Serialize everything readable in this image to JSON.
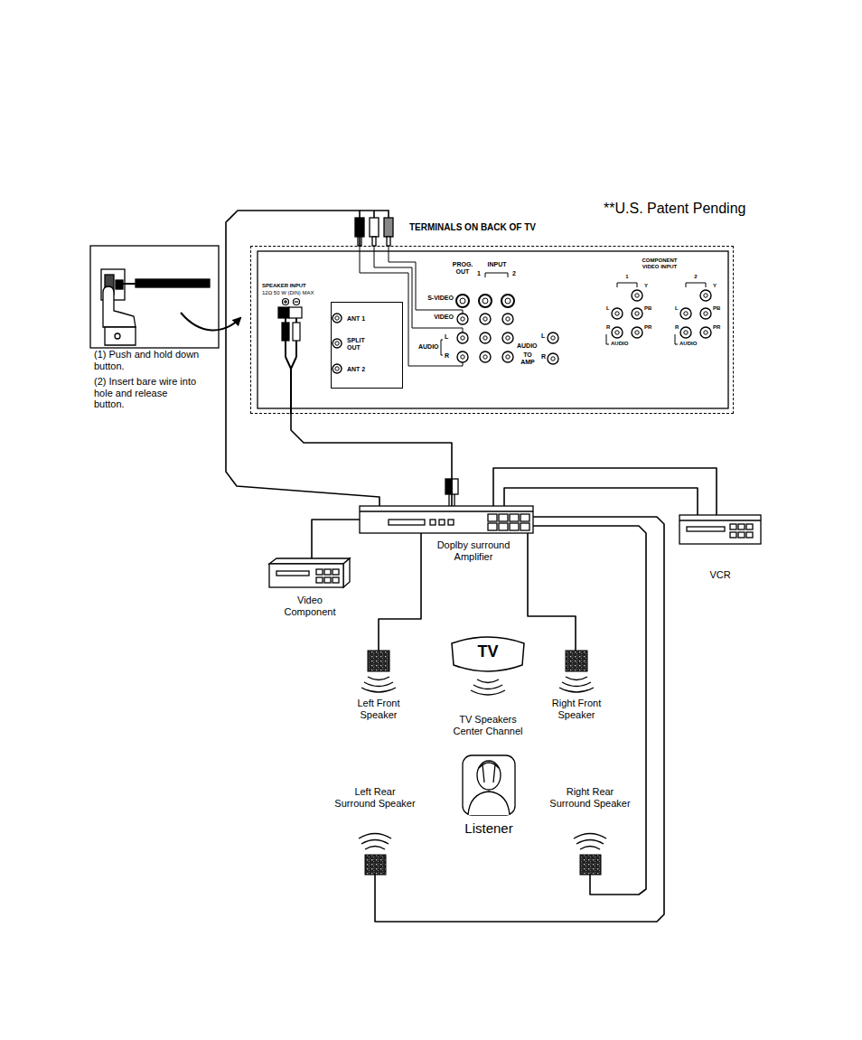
{
  "diagram": {
    "nodes": [
      {
        "text": [
          "TERMINALS ON BACK OF TV"
        ]
      },
      {
        "text": [
          "ANT 1",
          "SPLIT OUT",
          "ANT 2"
        ],
        "in": 0
      },
      {
        "text": [
          "Doplby surround Amplifier"
        ]
      },
      {
        "text": [
          "VCR"
        ]
      },
      {
        "text": [
          "Video Component"
        ]
      },
      {
        "text": [
          "Left Front Speaker"
        ]
      },
      {
        "text": [
          "TV",
          "TV Speakers Center Channel"
        ]
      },
      {
        "text": [
          "Right Front Speaker"
        ]
      },
      {
        "text": [
          "Listener"
        ]
      },
      {
        "text": [
          "Left Rear Surround Speaker"
        ]
      },
      {
        "text": [
          "Right Rear Surround Speaker"
        ]
      }
    ],
    "edges": [
      {
        "from": 2,
        "to": 0,
        "arrow": "none"
      },
      {
        "from": 0,
        "to": 2,
        "arrow": "none"
      },
      {
        "from": 2,
        "to": 3,
        "arrow": "none"
      },
      {
        "from": 2,
        "to": 3,
        "arrow": "none"
      },
      {
        "from": 2,
        "to": 4,
        "arrow": "none"
      },
      {
        "from": 2,
        "to": 5,
        "arrow": "none"
      },
      {
        "from": 2,
        "to": 7,
        "arrow": "none"
      },
      {
        "from": 2,
        "to": 9,
        "arrow": "none"
      },
      {
        "from": 2,
        "to": 10,
        "arrow": "none"
      }
    ],
    "labels": [
      "**U.S. Patent Pending",
      "(1) Push and hold down button.",
      "(2) Insert bare wire into hole and release button.",
      "SPEAKER INPUT",
      "12Ω 50 W (DIN) MAX",
      "PROG. OUT",
      "INPUT",
      "1",
      "2",
      "S-VIDEO",
      "VIDEO",
      "L",
      "AUDIO",
      "R",
      "AUDIO",
      "L",
      "R",
      "TO AMP",
      "COMPONENT VIDEO INPUT",
      "1",
      "2",
      "Y",
      "L",
      "PB",
      "R",
      "PR",
      "AUDIO",
      "Y",
      "L",
      "PB",
      "R",
      "PR",
      "AUDIO"
    ]
  }
}
